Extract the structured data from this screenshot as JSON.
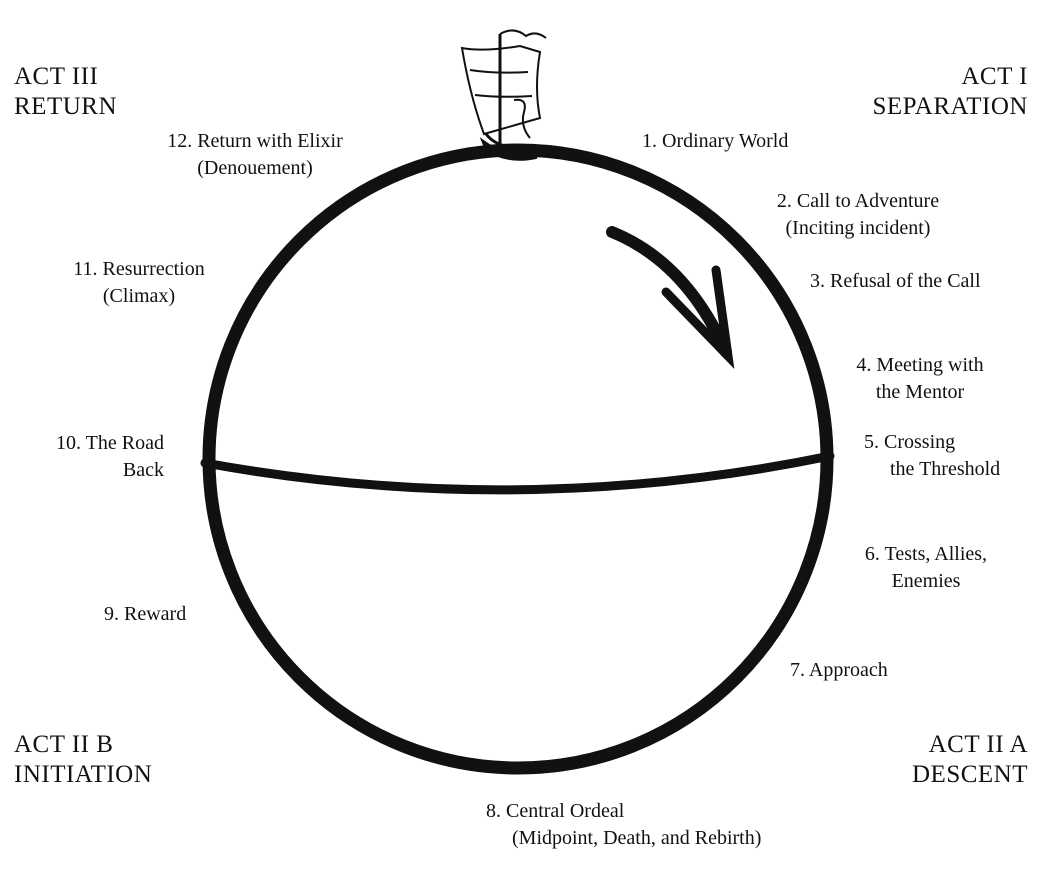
{
  "acts": {
    "act_1": {
      "line1": "ACT I",
      "line2": "SEPARATION"
    },
    "act_2a": {
      "line1": "ACT II A",
      "line2": "DESCENT"
    },
    "act_2b": {
      "line1": "ACT II B",
      "line2": "INITIATION"
    },
    "act_3": {
      "line1": "ACT III",
      "line2": "RETURN"
    }
  },
  "stages": [
    {
      "line1": "1. Ordinary World"
    },
    {
      "line1": "2. Call to Adventure",
      "line2": "(Inciting incident)"
    },
    {
      "line1": "3. Refusal of the Call"
    },
    {
      "line1": "4. Meeting with",
      "line2": "the Mentor"
    },
    {
      "line1": "5. Crossing",
      "line2": "the Threshold"
    },
    {
      "line1": "6. Tests, Allies,",
      "line2": "Enemies"
    },
    {
      "line1": "7. Approach"
    },
    {
      "line1": "8. Central Ordeal",
      "line2": "(Midpoint, Death, and Rebirth)"
    },
    {
      "line1": "9. Reward"
    },
    {
      "line1": "10. The Road",
      "line2": "Back"
    },
    {
      "line1": "11. Resurrection",
      "line2": "(Climax)"
    },
    {
      "line1": "12. Return with Elixir",
      "line2": "(Denouement)"
    }
  ],
  "colors": {
    "ink": "#111111",
    "paper": "#ffffff"
  },
  "icons": {
    "ship": "sailing-ship-icon",
    "direction": "clockwise-arrow-icon"
  }
}
